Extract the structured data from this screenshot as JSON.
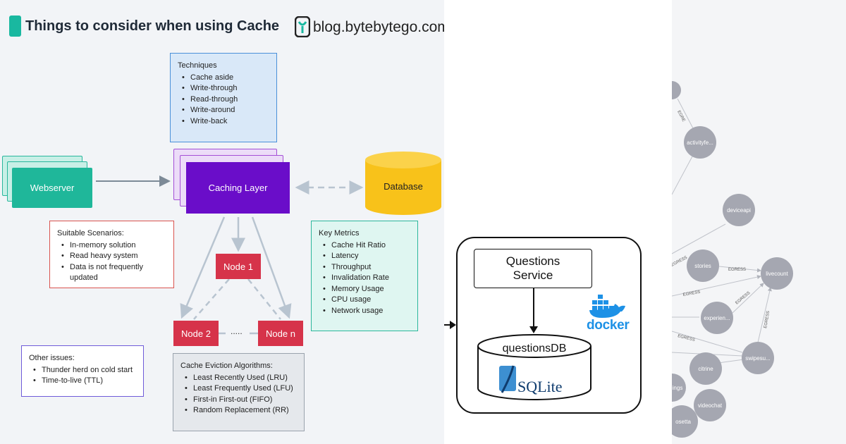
{
  "left_panel": {
    "title": "Things to consider when using Cache",
    "brand": "blog.bytebytego.com",
    "techniques": {
      "title": "Techniques",
      "items": [
        "Cache aside",
        "Write-through",
        "Read-through",
        "Write-around",
        "Write-back"
      ]
    },
    "webserver": "Webserver",
    "caching_layer": "Caching Layer",
    "database": "Database",
    "suitable_scenarios": {
      "title": "Suitable Scenarios:",
      "items": [
        "In-memory solution",
        "Read heavy system",
        "Data is not frequently updated"
      ]
    },
    "key_metrics": {
      "title": "Key Metrics",
      "items": [
        "Cache Hit Ratio",
        "Latency",
        "Throughput",
        "Invalidation Rate",
        "Memory Usage",
        "CPU usage",
        "Network usage"
      ]
    },
    "nodes": {
      "node_1": "Node 1",
      "node_2": "Node 2",
      "node_n": "Node n",
      "dots": "....."
    },
    "other_issues": {
      "title": "Other issues:",
      "items": [
        "Thunder herd on cold start",
        "Time-to-live (TTL)"
      ]
    },
    "eviction": {
      "title": "Cache Eviction Algorithms:",
      "items": [
        "Least Recently Used (LRU)",
        "Least Frequently Used (LFU)",
        "First-in First-out (FIFO)",
        "Random Replacement (RR)"
      ]
    }
  },
  "middle_panel": {
    "service_line1": "Questions",
    "service_line2": "Service",
    "database": "questionsDB",
    "sqlite": "SQLite",
    "docker": "docker"
  },
  "right_panel": {
    "nodes": [
      "activityfe...",
      "deviceapi",
      "stories",
      "livecount",
      "experien...",
      "swipesu...",
      "citrine",
      "videochat",
      "ings",
      "osetta"
    ],
    "edge_label": "EGRESS",
    "edge_label_partial": "EGRE"
  },
  "colors": {
    "teal": "#1fb79a",
    "purple": "#6a0dc9",
    "database_yellow": "#f8c21a",
    "node_red": "#d6334a",
    "docker_blue": "#1d91e6",
    "sqlite_blue": "#0f3c6e",
    "graph_node": "#a5a7b1"
  }
}
